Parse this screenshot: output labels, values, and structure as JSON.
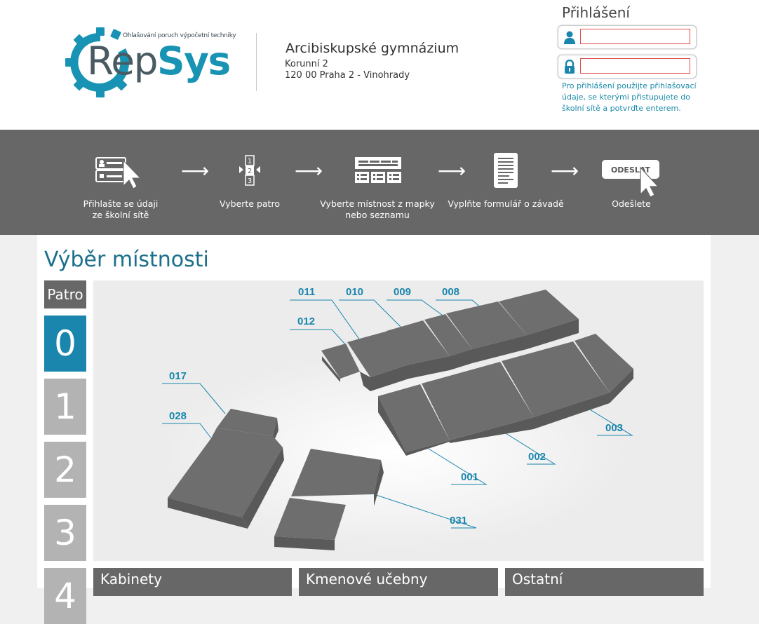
{
  "header": {
    "logo_tagline": "Ohlašování poruch výpočetní techniky",
    "logo_part1": "Rep",
    "logo_part2": "Sys",
    "school_name": "Arcibiskupské gymnázium",
    "address_line1": "Korunní 2",
    "address_line2": "120 00 Praha 2 - Vinohrady"
  },
  "login": {
    "title": "Přihlášení",
    "username_placeholder": "",
    "password_placeholder": "",
    "hint": "Pro přihlášení použijte přihlašovací údaje, se kterými přistupujete do školní sítě a potvrďte enterem."
  },
  "steps": [
    {
      "label_line1": "Přihlašte se údaji",
      "label_line2": "ze školní sítě"
    },
    {
      "label_line1": "Vyberte patro",
      "label_line2": ""
    },
    {
      "label_line1": "Vyberte místnost z mapky",
      "label_line2": "nebo seznamu"
    },
    {
      "label_line1": "Vyplňte formulář o závadě",
      "label_line2": ""
    },
    {
      "label_line1": "Odešlete",
      "label_line2": ""
    }
  ],
  "send_button_text": "ODESLAT",
  "floor_icon_numbers": [
    "1",
    "2",
    "3"
  ],
  "room_selection": {
    "title": "Výběr místnosti",
    "floor_header": "Patro",
    "floors": [
      "0",
      "1",
      "2",
      "3",
      "4"
    ],
    "active_floor": "0"
  },
  "rooms": [
    "011",
    "010",
    "009",
    "008",
    "012",
    "017",
    "028",
    "003",
    "002",
    "001",
    "031"
  ],
  "categories": [
    "Kabinety",
    "Kmenové učebny",
    "Ostatní"
  ],
  "colors": {
    "accent": "#1a86ad",
    "band": "#676767",
    "floor_inactive": "#b3b3b3",
    "building": "#6e6e6e",
    "input_border": "#e24b4b"
  },
  "icons": [
    "user-icon",
    "lock-icon",
    "login-card-icon",
    "floor-select-icon",
    "room-list-icon",
    "form-icon",
    "send-icon",
    "arrow-right-icon"
  ]
}
